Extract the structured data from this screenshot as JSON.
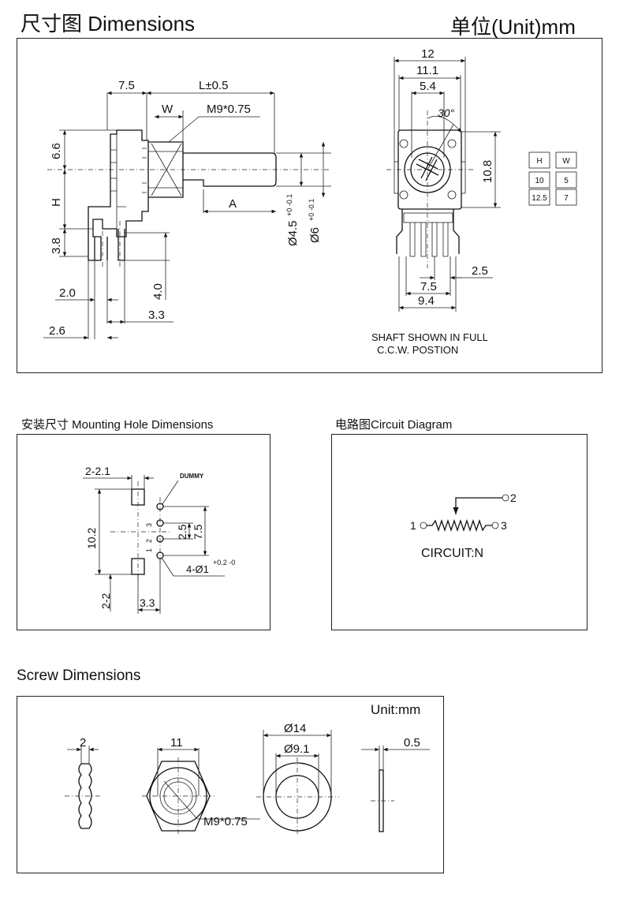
{
  "header": {
    "title": "尺寸图  Dimensions",
    "unit": "单位(Unit)mm"
  },
  "main_drawing": {
    "side_view": {
      "dim_7_5": "7.5",
      "dim_L": "L±0.5",
      "dim_W": "W",
      "thread": "M9*0.75",
      "dim_6_6": "6.6",
      "dim_H": "H",
      "dim_3_8": "3.8",
      "dim_A": "A",
      "dim_4_5_base": "Ø4.5",
      "dim_4_5_tol": "+0 -0.1",
      "dim_6_base": "Ø6",
      "dim_6_tol": "+0 -0.1",
      "dim_2_0": "2.0",
      "dim_4_0": "4.0",
      "dim_3_3": "3.3",
      "dim_2_6": "2.6"
    },
    "front_view": {
      "dim_12": "12",
      "dim_11_1": "11.1",
      "dim_5_4": "5.4",
      "angle": "30°",
      "dim_10_8": "10.8",
      "dim_2_5": "2.5",
      "dim_7_5": "7.5",
      "dim_9_4": "9.4",
      "note_line1": "SHAFT SHOWN IN FULL",
      "note_line2": "C.C.W. POSTION"
    },
    "hw_table": {
      "headers": [
        "H",
        "W"
      ],
      "rows": [
        [
          "10",
          "5"
        ],
        [
          "12.5",
          "7"
        ]
      ]
    }
  },
  "mounting": {
    "title": "安装尺寸  Mounting Hole Dimensions",
    "dim_2_2_1": "2-2.1",
    "dummy": "DUMMY",
    "dim_10_2": "10.2",
    "dim_2_5": "2.5",
    "dim_7_5": "7.5",
    "pin_labels": [
      "3",
      "2",
      "1"
    ],
    "hole_base": "4-Ø1",
    "hole_tol": "+0.2 -0",
    "dim_2_2": "2-2",
    "dim_3_3": "3.3"
  },
  "circuit": {
    "title": "电路图Circuit Diagram",
    "pin_1": "1",
    "pin_2": "2",
    "pin_3": "3",
    "label": "CIRCUIT:N"
  },
  "screw": {
    "title": "Screw  Dimensions",
    "unit": "Unit:mm",
    "dim_2": "2",
    "dim_11": "11",
    "thread": "M9*0.75",
    "dim_14": "Ø14",
    "dim_9_1": "Ø9.1",
    "dim_0_5": "0.5"
  }
}
